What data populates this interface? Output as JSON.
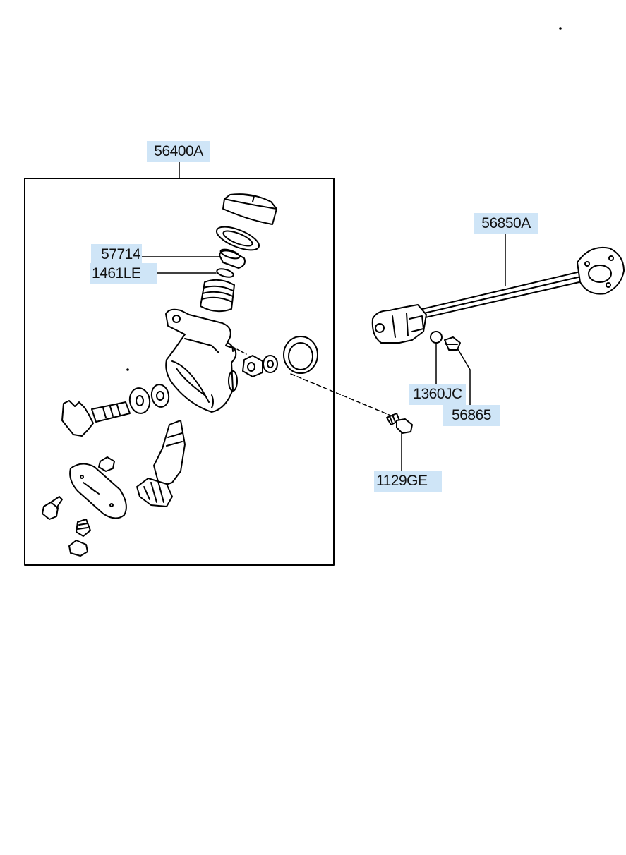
{
  "diagram": {
    "labels": {
      "assembly_56400A": "56400A",
      "part_57714": "57714",
      "part_1461LE": "1461LE",
      "shaft_56850A": "56850A",
      "part_1360JC": "1360JC",
      "part_56865": "56865",
      "bolt_1129GE": "1129GE"
    }
  }
}
